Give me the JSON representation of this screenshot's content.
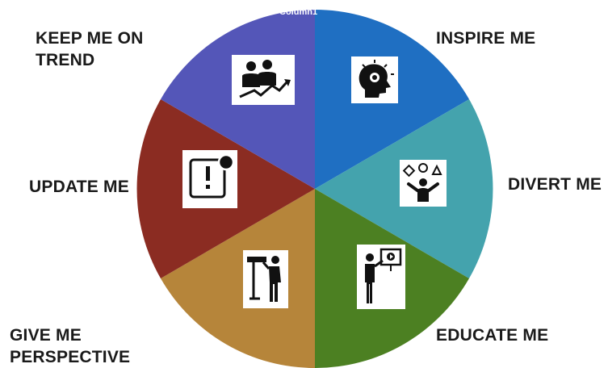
{
  "header": {
    "column_label": "Column1"
  },
  "segments": [
    {
      "key": "inspire",
      "label": "INSPIRE ME",
      "color": "#1f6fc2",
      "icon": "head-idea-icon"
    },
    {
      "key": "divert",
      "label": "DIVERT ME",
      "color": "#44a3ad",
      "icon": "juggler-icon"
    },
    {
      "key": "educate",
      "label": "EDUCATE ME",
      "color": "#4c8022",
      "icon": "presenter-icon"
    },
    {
      "key": "perspective",
      "label": "GIVE ME\nPERSPECTIVE",
      "color": "#b6853a",
      "icon": "telescope-viewer-icon"
    },
    {
      "key": "update",
      "label": "UPDATE ME",
      "color": "#8b2c22",
      "icon": "notification-icon"
    },
    {
      "key": "keep",
      "label": "KEEP ME ON\nTREND",
      "color": "#5456b8",
      "icon": "business-trend-icon"
    }
  ]
}
